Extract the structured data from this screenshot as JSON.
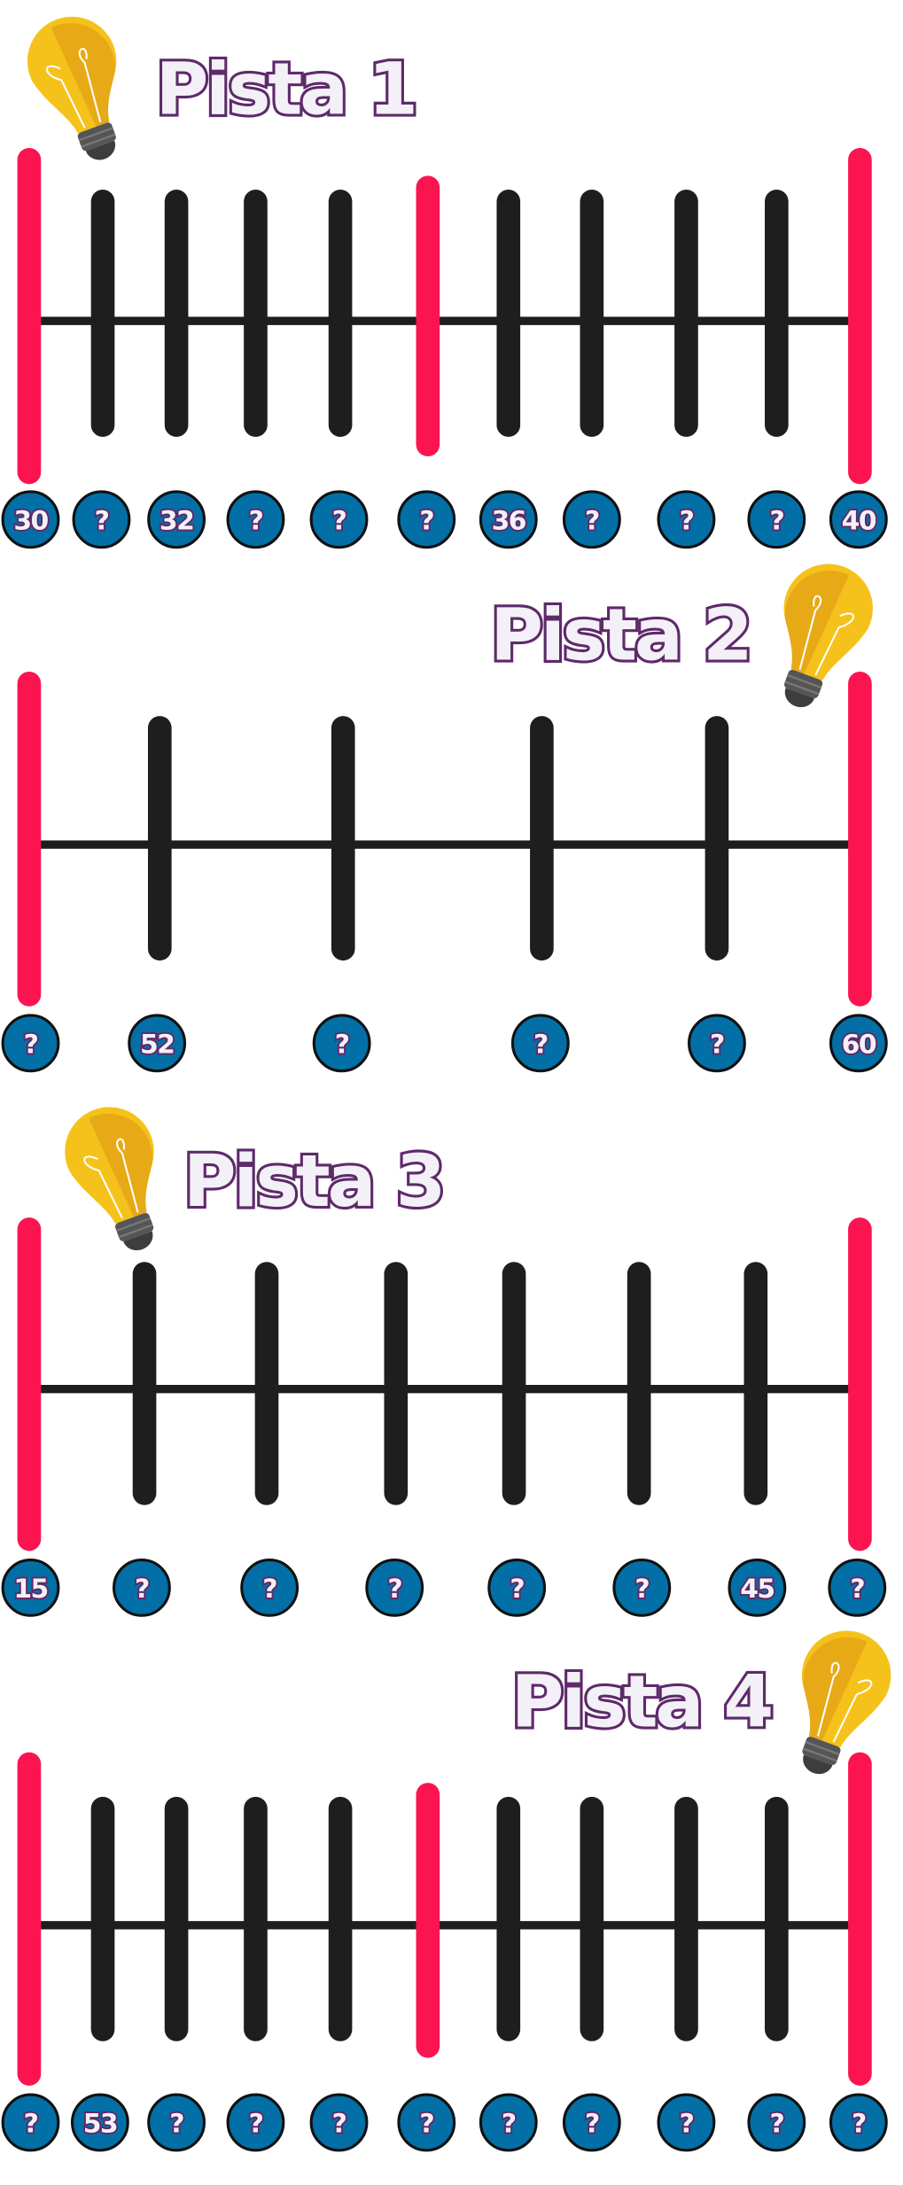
{
  "colors": {
    "red": "#fb1450",
    "black": "#1e1e1f",
    "circle": "#0270a6",
    "title_stroke": "#5e2a6a",
    "bulb": "#f5c21b",
    "bulb_shade": "#e8a917"
  },
  "pistas": [
    {
      "title": "Pista 1",
      "labels": [
        "30",
        "?",
        "32",
        "?",
        "?",
        "?",
        "36",
        "?",
        "?",
        "?",
        "40"
      ]
    },
    {
      "title": "Pista 2",
      "labels": [
        "?",
        "52",
        "?",
        "?",
        "?",
        "60"
      ]
    },
    {
      "title": "Pista 3",
      "labels": [
        "15",
        "?",
        "?",
        "?",
        "?",
        "?",
        "45",
        "?"
      ]
    },
    {
      "title": "Pista 4",
      "labels": [
        "?",
        "53",
        "?",
        "?",
        "?",
        "?",
        "?",
        "?",
        "?",
        "?",
        "?"
      ]
    }
  ]
}
